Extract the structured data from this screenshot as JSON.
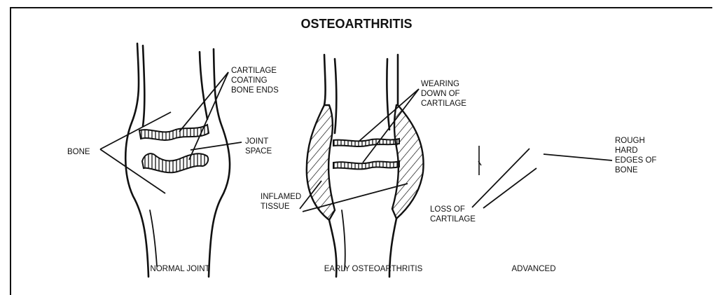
{
  "title": "OSTEOARTHRITIS",
  "panels": {
    "normal": {
      "caption": "NORMAL JOINT",
      "labels": {
        "bone": "BONE",
        "cartilage": [
          "CARTILAGE",
          "COATING",
          "BONE ENDS"
        ],
        "joint_space": [
          "JOINT",
          "SPACE"
        ]
      }
    },
    "early": {
      "caption": "EARLY OSTEOARTHRITIS",
      "labels": {
        "wearing": [
          "WEARING",
          "DOWN OF",
          "CARTILAGE"
        ],
        "inflamed": [
          "INFLAMED",
          "TISSUE"
        ]
      }
    },
    "advanced": {
      "caption": "ADVANCED",
      "labels": {
        "loss": [
          "LOSS OF",
          "CARTILAGE"
        ],
        "rough": [
          "ROUGH",
          "HARD",
          "EDGES OF",
          "BONE"
        ]
      }
    }
  }
}
